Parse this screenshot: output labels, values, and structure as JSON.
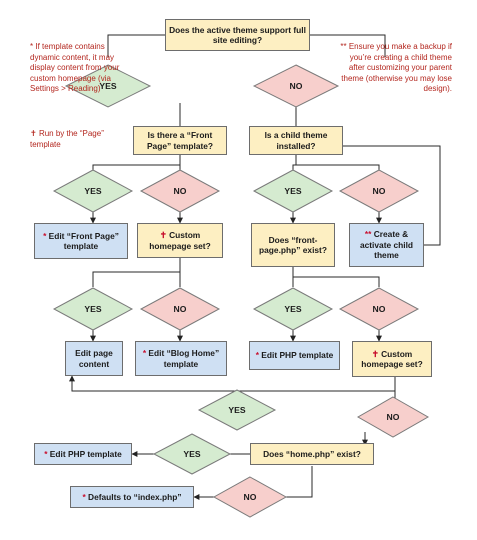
{
  "notes": {
    "left": "If template contains dynamic content, it may display content from your custom homepage (via Settings > Reading)",
    "left_marker": "*",
    "page_note": "Run by the “Page” template",
    "page_marker": "✝",
    "right": "Ensure you make a backup if you’re creating a child theme after customizing your parent theme (otherwise you may lose design).",
    "right_marker": "**"
  },
  "questions": {
    "q_fse": "Does the active theme support full site editing?",
    "q_front_page": "Is there a “Front Page” template?",
    "q_child": "Is a child theme installed?",
    "q_custom1": "Custom homepage set?",
    "q_front_php": "Does “front-page.php” exist?",
    "q_custom2": "Custom homepage set?",
    "q_home_php": "Does “home.php” exist?"
  },
  "answers": {
    "a_edit_front_page": "Edit “Front Page” template",
    "a_create_child": "Create & activate child theme",
    "a_edit_page": "Edit page content",
    "a_blog_home": "Edit “Blog Home” template",
    "a_edit_php1": "Edit PHP template",
    "a_edit_php2": "Edit PHP template",
    "a_defaults": "Defaults to “index.php”"
  },
  "markers": {
    "star": "*",
    "double_star": "**",
    "cross": "✝"
  },
  "decisions": {
    "yes": "YES",
    "no": "NO"
  },
  "colors": {
    "question_fill": "#fdefc2",
    "answer_fill": "#cfe0f3",
    "yes_fill": "#d5ebd0",
    "no_fill": "#f7cfcc",
    "marker_red": "#c8102e",
    "note_red": "#b3261e"
  }
}
